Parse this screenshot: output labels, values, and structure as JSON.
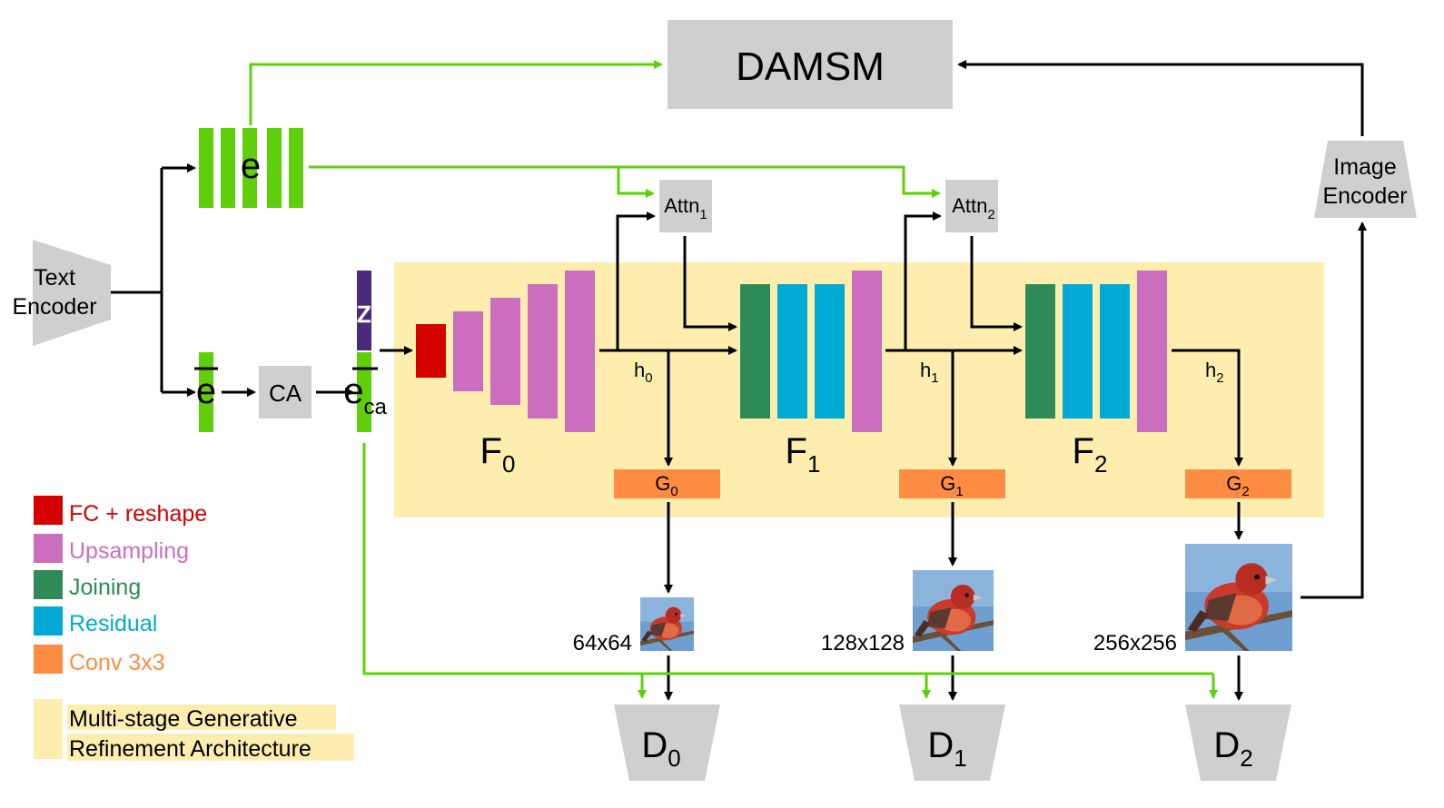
{
  "blocks": {
    "damsm": "DAMSM",
    "image_encoder": [
      "Image",
      "Encoder"
    ],
    "text_encoder": [
      "Text",
      "Encoder"
    ],
    "word_features": "e",
    "sentence_feature": "e",
    "ca": "CA",
    "eca_main": "e",
    "eca_sub": "ca",
    "z": "z"
  },
  "stages": [
    {
      "f_main": "F",
      "f_sub": "0",
      "attn_main": "Attn",
      "attn_sub": "1",
      "h_main": "h",
      "h_sub": "0",
      "g_main": "G",
      "g_sub": "0",
      "res": "64x64",
      "d_main": "D",
      "d_sub": "0"
    },
    {
      "f_main": "F",
      "f_sub": "1",
      "attn_main": "Attn",
      "attn_sub": "2",
      "h_main": "h",
      "h_sub": "1",
      "g_main": "G",
      "g_sub": "1",
      "res": "128x128",
      "d_main": "D",
      "d_sub": "1"
    },
    {
      "f_main": "F",
      "f_sub": "2",
      "h_main": "h",
      "h_sub": "2",
      "g_main": "G",
      "g_sub": "2",
      "res": "256x256",
      "d_main": "D",
      "d_sub": "2"
    }
  ],
  "legend": [
    {
      "label": "FC + reshape",
      "color": "#d40000"
    },
    {
      "label": "Upsampling",
      "color": "#cc6ec0"
    },
    {
      "label": "Joining",
      "color": "#2e8b57"
    },
    {
      "label": "Residual",
      "color": "#00aad4"
    },
    {
      "label": "Conv 3x3",
      "color": "#ff8c42"
    }
  ],
  "legend_region": {
    "label_line1": "Multi-stage Generative",
    "label_line2": "Refinement Architecture",
    "color": "#fdeeb0"
  },
  "colors": {
    "green": "#5ecf0a",
    "gray": "#cfcfcf",
    "purple": "#4b2a7b",
    "fc": "#d40000",
    "upsample": "#cc6ec0",
    "joining": "#2e8b57",
    "residual": "#00aad4",
    "conv": "#ff8c42",
    "region": "#fdeeb0"
  }
}
